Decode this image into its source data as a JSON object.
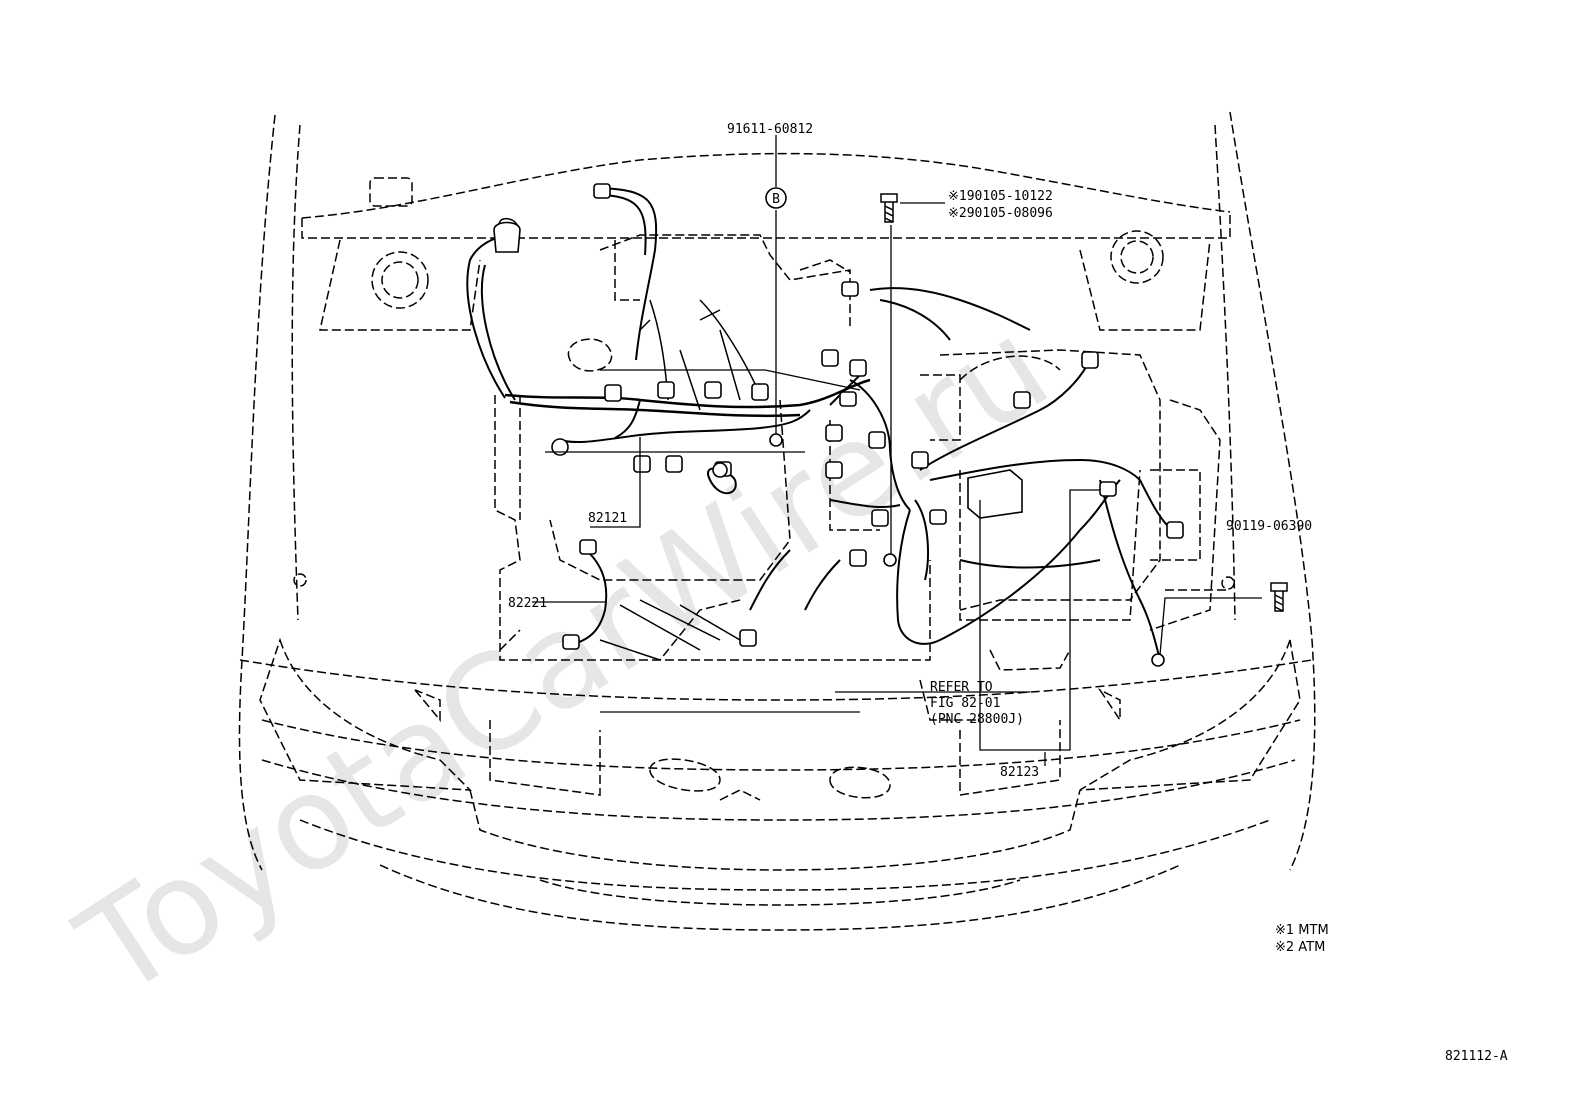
{
  "watermark": "ToyotaCarWire.ru",
  "callouts": {
    "bolt_top": "91611-60812",
    "bolt_top_marker": "B",
    "screw_1": "※190105-10122",
    "screw_2": "※290105-08096",
    "harness_engine": "82121",
    "harness_sub": "82221",
    "bolt_right": "90119-06390",
    "harness_battery": "82123",
    "refer_line1": "REFER TO",
    "refer_line2": "FIG 82-01",
    "refer_line3": "(PNC 28800J)"
  },
  "legend": {
    "item1": "※1 MTM",
    "item2": "※2 ATM"
  },
  "figure_code": "821112-A"
}
